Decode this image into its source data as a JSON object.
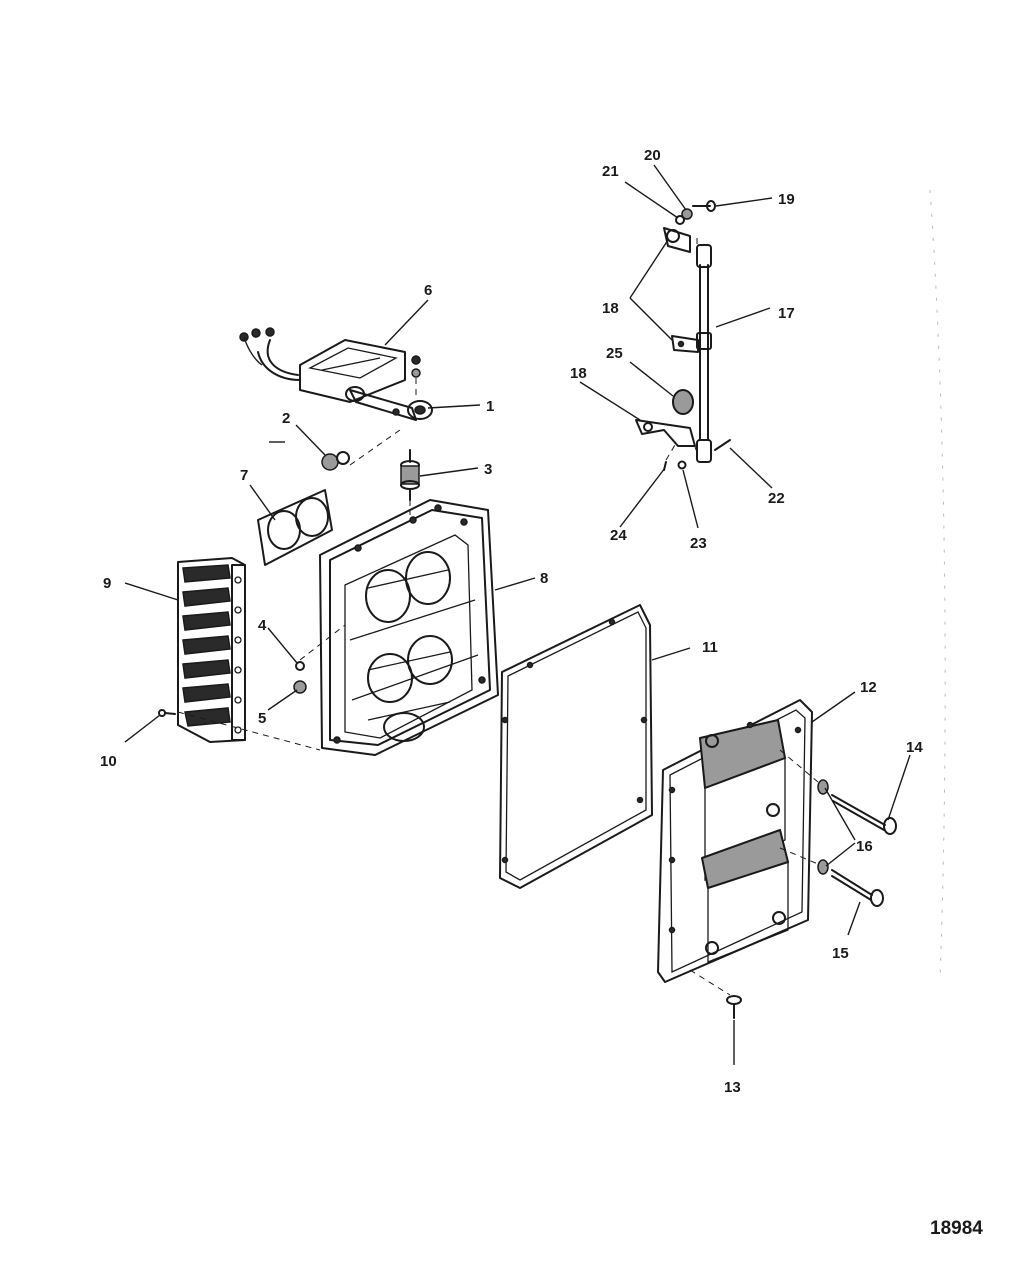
{
  "figure_number": "18984",
  "callouts": {
    "c1": "1",
    "c2": "2",
    "c3": "3",
    "c4": "4",
    "c5": "5",
    "c6": "6",
    "c7": "7",
    "c8": "8",
    "c9": "9",
    "c10": "10",
    "c11": "11",
    "c12": "12",
    "c13": "13",
    "c14": "14",
    "c15": "15",
    "c16": "16",
    "c17": "17",
    "c18a": "18",
    "c18b": "18",
    "c19": "19",
    "c20": "20",
    "c21": "21",
    "c22": "22",
    "c23": "23",
    "c24": "24",
    "c25": "25"
  }
}
